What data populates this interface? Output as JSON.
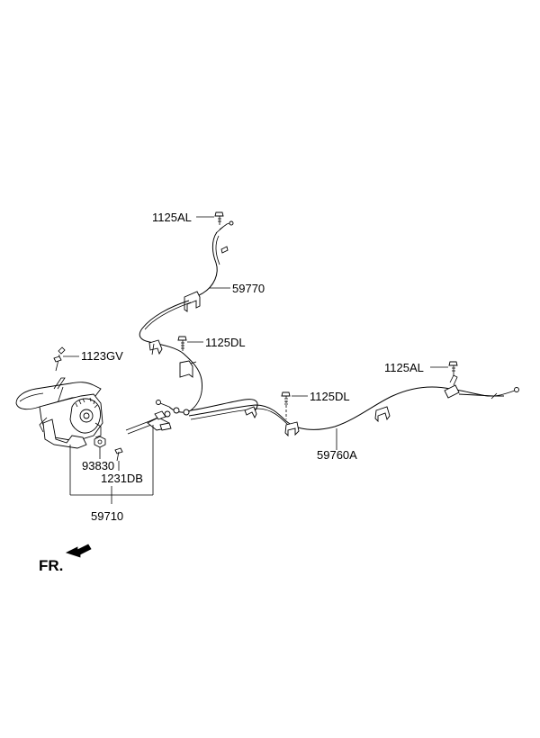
{
  "diagram": {
    "part_labels": {
      "bolt_top": "1125AL",
      "front_cable": "59770",
      "bolt_front_bracket": "1125DL",
      "lever_screw": "1123GV",
      "bolt_right": "1125AL",
      "bolt_rear_bracket": "1125DL",
      "rear_cable": "59760A",
      "nut": "93830",
      "bolt_lever": "1231DB",
      "lever_assembly": "59710"
    },
    "direction_label": "FR."
  }
}
